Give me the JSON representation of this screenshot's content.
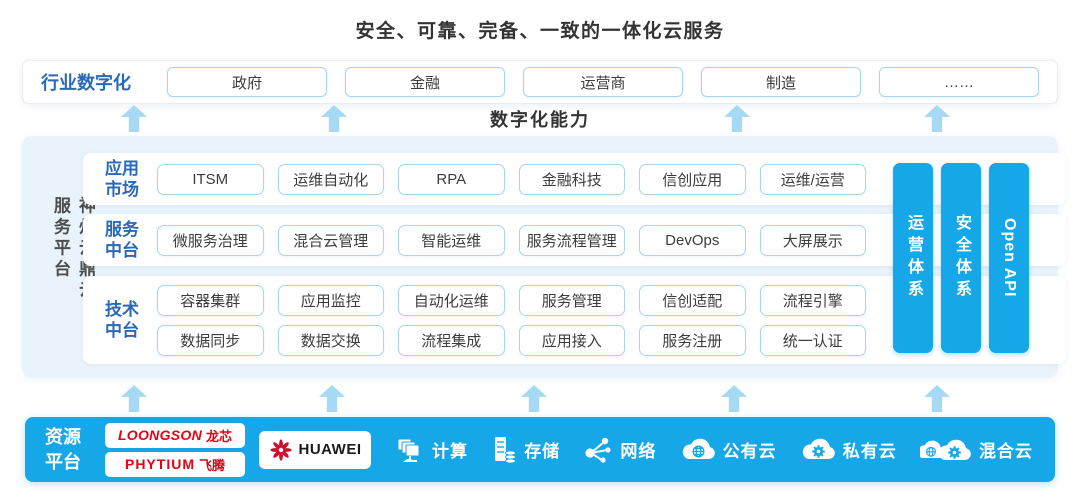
{
  "title": "安全、可靠、完备、一致的一体化云服务",
  "industry": {
    "label": "行业数字化",
    "items": [
      "政府",
      "金融",
      "运营商",
      "制造",
      "……"
    ]
  },
  "capability_label": "数字化能力",
  "platform": {
    "side_label": "神州云鼎云服务平台",
    "rows": [
      {
        "label": "应用市场",
        "items": [
          "ITSM",
          "运维自动化",
          "RPA",
          "金融科技",
          "信创应用",
          "运维/运营"
        ]
      },
      {
        "label": "服务中台",
        "items": [
          "微服务治理",
          "混合云管理",
          "智能运维",
          "服务流程管理",
          "DevOps",
          "大屏展示"
        ]
      },
      {
        "label": "技术中台",
        "line1": [
          "容器集群",
          "应用监控",
          "自动化运维",
          "服务管理",
          "信创适配",
          "流程引擎"
        ],
        "line2": [
          "数据同步",
          "数据交换",
          "流程集成",
          "应用接入",
          "服务注册",
          "统一认证"
        ]
      }
    ],
    "pillars": [
      "运营体系",
      "安全体系",
      "Open API"
    ]
  },
  "resources": {
    "label": "资源平台",
    "vendors": {
      "loongson_en": "LOONGSON",
      "loongson_zh": "龙芯",
      "phytium_en": "PHYTIUM",
      "phytium_zh": "飞腾",
      "huawei": "HUAWEI"
    },
    "items": [
      {
        "icon": "compute-icon",
        "label": "计算"
      },
      {
        "icon": "storage-icon",
        "label": "存储"
      },
      {
        "icon": "network-icon",
        "label": "网络"
      },
      {
        "icon": "public-cloud-icon",
        "label": "公有云"
      },
      {
        "icon": "private-cloud-icon",
        "label": "私有云"
      },
      {
        "icon": "hybrid-cloud-icon",
        "label": "混合云"
      }
    ]
  },
  "colors": {
    "accent_blue": "#16a7e8",
    "arrow_blue": "#a6d9f4",
    "box_border_blue": "#a9d5ef",
    "panel_bg": "#e9f3fb",
    "label_blue": "#2a69b6",
    "loongson_red": "#e60012",
    "huawei_red": "#ce0e2d"
  }
}
